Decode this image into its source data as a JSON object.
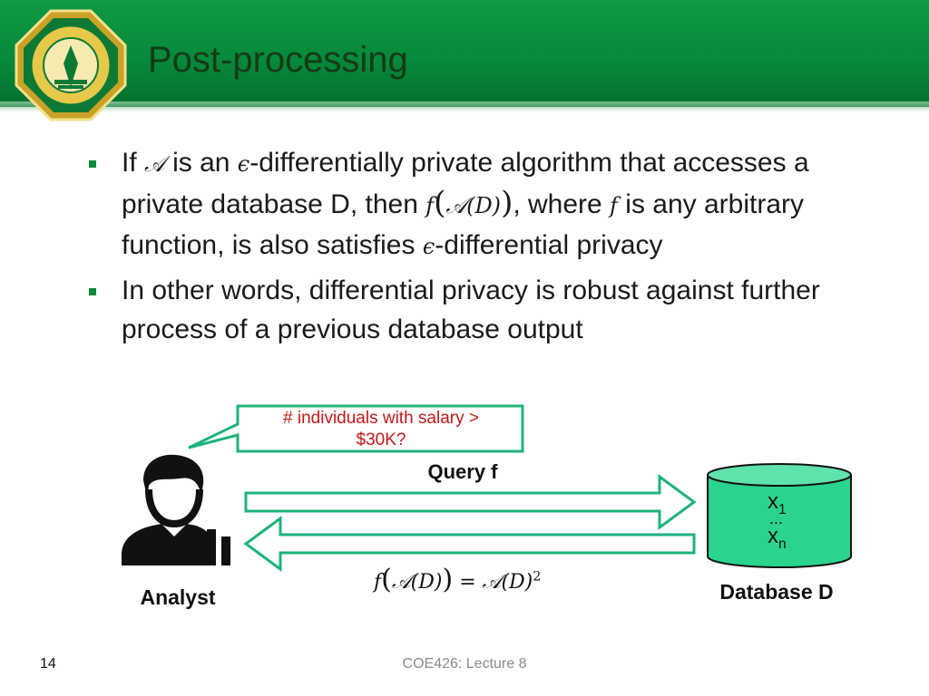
{
  "header": {
    "title": "Post-processing"
  },
  "bullets": {
    "b1": {
      "t1": "If ",
      "m_A": "𝒜",
      "t2": " is an ",
      "m_eps": "ϵ",
      "t3": "-differentially private algorithm that accesses a private database D, then ",
      "m_f": "f",
      "m_lp": "(",
      "m_AD": "𝒜(D)",
      "m_rp": ")",
      "t4": ", where ",
      "m_f2": "f",
      "t5": " is any arbitrary function, is also satisfies ",
      "m_eps2": "ϵ",
      "t6": "-differential privacy"
    },
    "b2": "In other words, differential privacy is robust against further process of a previous database output"
  },
  "diagram": {
    "callout_line1": "# individuals with salary >",
    "callout_line2": "$30K?",
    "query_label": "Query f",
    "analyst_label": "Analyst",
    "db_x1_base": "x",
    "db_x1_sub": "1",
    "db_dots": "...",
    "db_xn_base": "x",
    "db_xn_sub": "n",
    "db_label": "Database D",
    "formula_f": "f",
    "formula_lp": "(",
    "formula_inner": "𝒜(D)",
    "formula_rp": ")",
    "formula_rhs": " = 𝒜(D)",
    "formula_exp": "2"
  },
  "footer": {
    "slide_number": "14",
    "course": "COE426: Lecture 8"
  },
  "colors": {
    "header_green": "#068a3b",
    "bullet_green": "#0a8c37",
    "diagram_green": "#1db37a",
    "callout_red": "#c41818"
  },
  "icons": {
    "logo": "university-seal-icon",
    "analyst": "analyst-person-chart-icon",
    "database": "database-cylinder-icon"
  }
}
